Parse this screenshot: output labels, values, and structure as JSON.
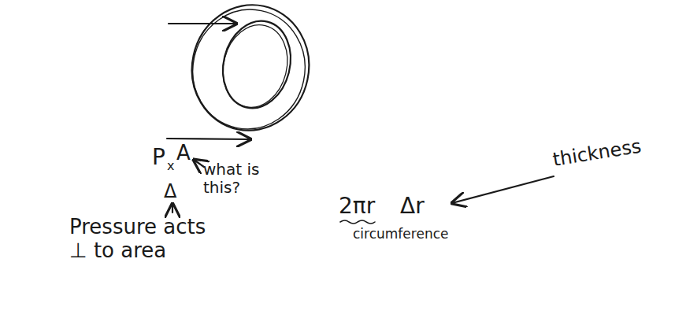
{
  "diagram": {
    "labels": [
      "P",
      "x",
      "A",
      "Δ",
      "what is this?",
      "Pressure acts ⊥ to area",
      "2πr",
      "Δr",
      "circumference",
      "thickness"
    ]
  }
}
